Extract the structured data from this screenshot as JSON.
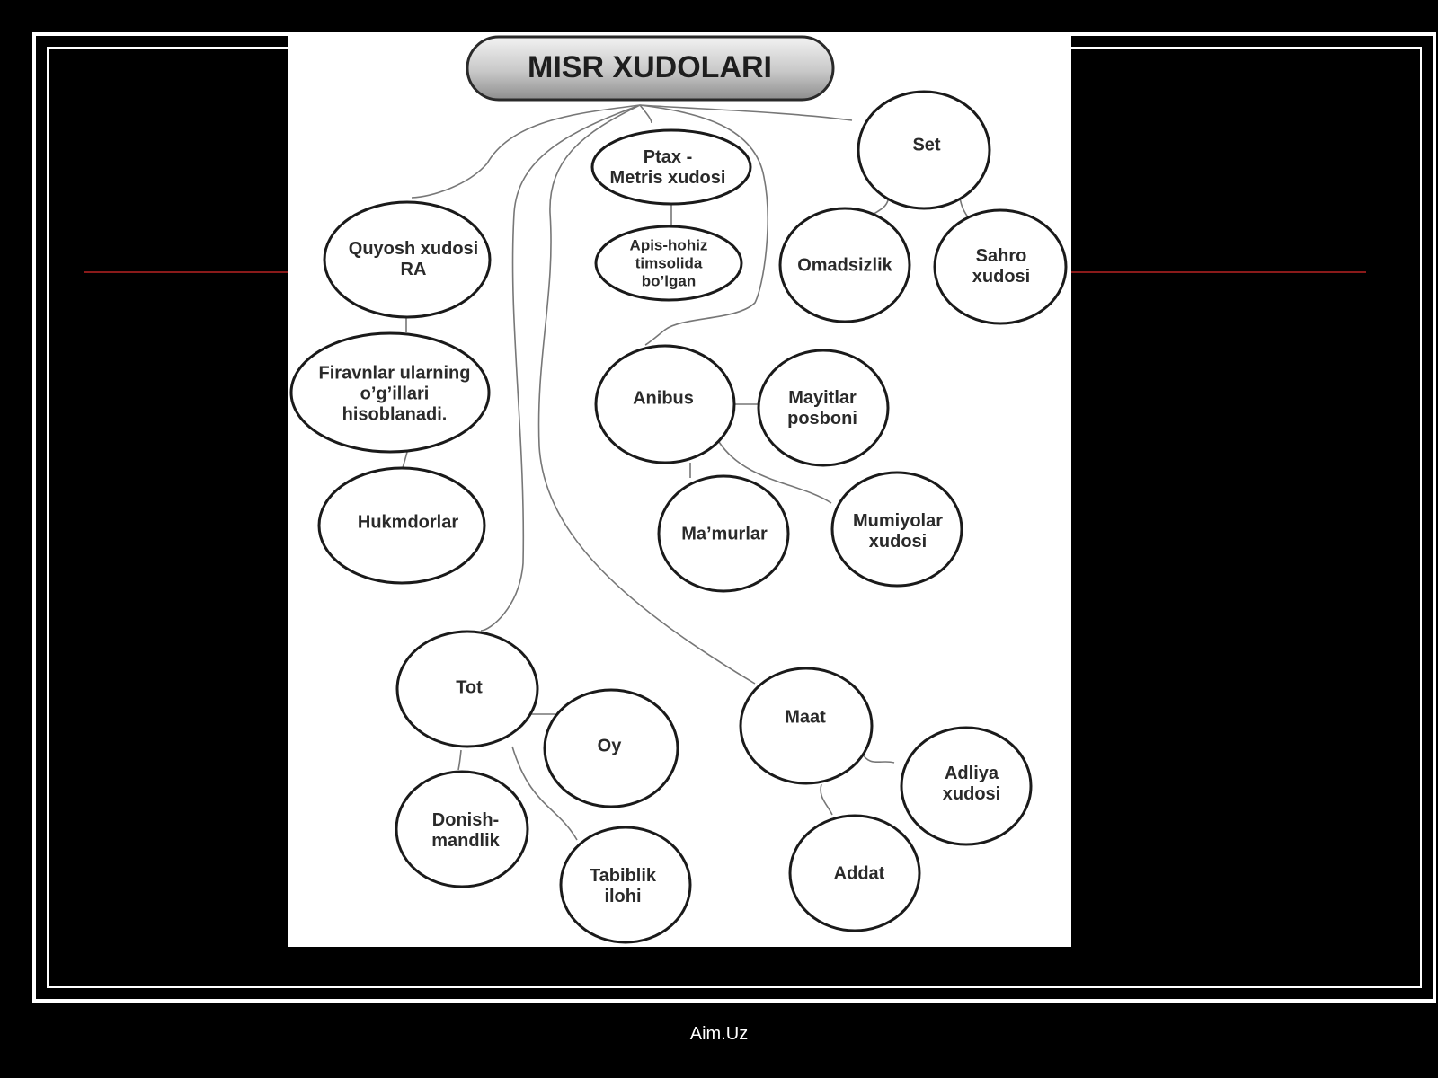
{
  "diagram": {
    "title": "MISR XUDOLARI",
    "nodes": {
      "ra": [
        "Quyosh xudosi",
        "RA"
      ],
      "firavnlar": [
        "Firavnlar ularning",
        "o’g’illari",
        "hisoblanadi."
      ],
      "hukmdorlar": [
        "Hukmdorlar"
      ],
      "ptax": [
        "Ptax -",
        "Metris xudosi"
      ],
      "apis": [
        "Apis-hohiz",
        "timsolida",
        "bo’lgan"
      ],
      "set": [
        "Set"
      ],
      "omadsizlik": [
        "Omadsizlik"
      ],
      "sahro": [
        "Sahro",
        "xudosi"
      ],
      "anibus": [
        "Anibus"
      ],
      "mayitlar": [
        "Mayitlar",
        "posboni"
      ],
      "mamurlar": [
        "Ma’murlar"
      ],
      "mumiyolar": [
        "Mumiyolar",
        "xudosi"
      ],
      "tot": [
        "Tot"
      ],
      "oy": [
        "Oy"
      ],
      "donish": [
        "Donish-",
        "mandlik"
      ],
      "tabiblik": [
        "Tabiblik",
        "ilohi"
      ],
      "maat": [
        "Maat"
      ],
      "adliya": [
        "Adliya",
        "xudosi"
      ],
      "addat": [
        "Addat"
      ]
    }
  },
  "footer": {
    "text": "Aim.Uz"
  },
  "colors": {
    "background": "#000000",
    "frame": "#ffffff",
    "accent_line": "#8a1a1a",
    "node_stroke": "#1a1a1a",
    "connector": "#777777"
  }
}
